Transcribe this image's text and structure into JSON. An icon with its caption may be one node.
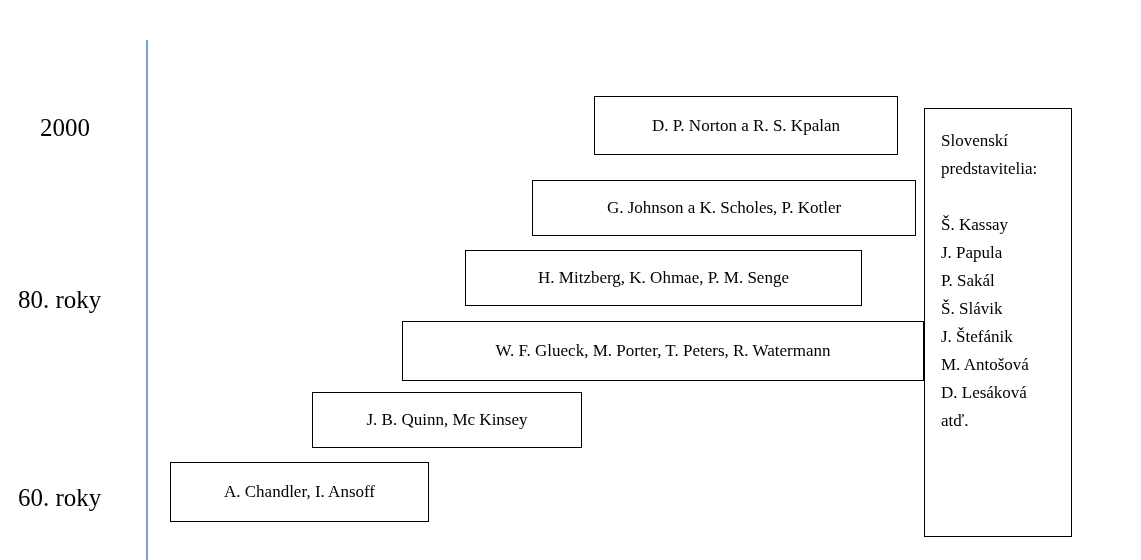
{
  "diagram": {
    "nodes": [
      {
        "text": [
          "A. Chandler, I. Ansoff"
        ]
      },
      {
        "text": [
          "J. B. Quinn, Mc Kinsey"
        ]
      },
      {
        "text": [
          "W. F. Glueck, M. Porter, T. Peters, R. Watermann"
        ]
      },
      {
        "text": [
          "H. Mitzberg, K. Ohmae, P. M. Senge"
        ]
      },
      {
        "text": [
          "G. Johnson a K. Scholes, P. Kotler"
        ]
      },
      {
        "text": [
          "D. P. Norton a R. S. Kpalan"
        ]
      },
      {
        "text": [
          "Slovenskí predstavitelia:",
          "Š. Kassay",
          "J. Papula",
          "P. Sakál",
          "Š. Slávik",
          "J. Štefánik",
          "M. Antošová",
          "D. Lesáková",
          "atď."
        ]
      }
    ],
    "labels": [
      "2000",
      "80. roky",
      "60. roky"
    ]
  }
}
